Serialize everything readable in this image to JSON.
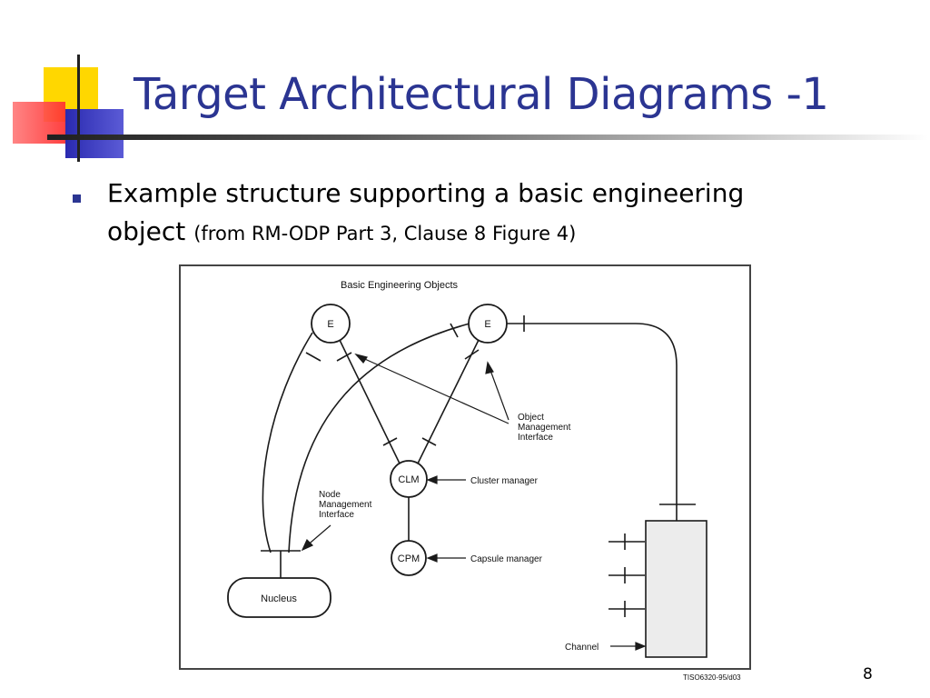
{
  "slide": {
    "title": "Target Architectural Diagrams -1",
    "bullet_main_line1": "Example structure supporting a basic engineering",
    "bullet_main_line2": "object",
    "bullet_note": "(from RM-ODP Part 3, Clause 8 Figure 4)",
    "page_number": "8",
    "title_color": "#2b3592"
  },
  "diagram": {
    "title": "Basic Engineering Objects",
    "nodes": {
      "e_left": "E",
      "e_right": "E",
      "clm": "CLM",
      "cpm": "CPM",
      "nucleus": "Nucleus"
    },
    "labels": {
      "object_mgmt_1": "Object",
      "object_mgmt_2": "Management",
      "object_mgmt_3": "Interface",
      "node_mgmt_1": "Node",
      "node_mgmt_2": "Management",
      "node_mgmt_3": "Interface",
      "cluster_manager": "Cluster manager",
      "capsule_manager": "Capsule manager",
      "channel": "Channel",
      "figure_ref": "TISO6320-95/d03"
    }
  }
}
